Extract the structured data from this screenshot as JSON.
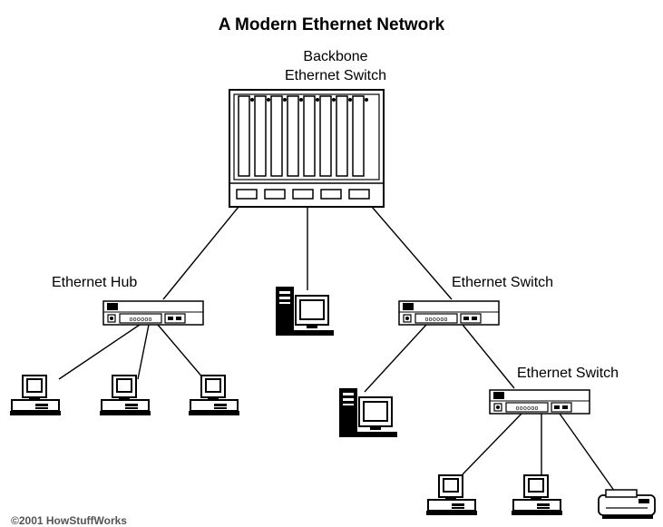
{
  "title": "A Modern Ethernet Network",
  "backbone": {
    "line1": "Backbone",
    "line2": "Ethernet Switch"
  },
  "hub": {
    "label": "Ethernet Hub"
  },
  "switch1": {
    "label": "Ethernet Switch"
  },
  "switch2": {
    "label": "Ethernet Switch"
  },
  "copyright": "©2001 HowStuffWorks",
  "icons": [
    "backbone-switch-icon",
    "hub-icon",
    "switch-icon",
    "tower-computer-icon",
    "desktop-computer-icon",
    "printer-icon"
  ]
}
